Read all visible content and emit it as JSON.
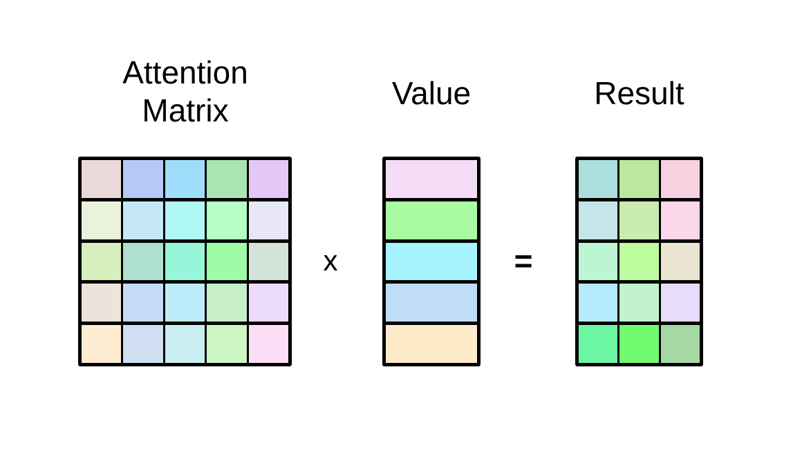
{
  "labels": {
    "attention_title": "Attention\nMatrix",
    "value_title": "Value",
    "result_title": "Result",
    "multiply_operator": "x",
    "equals_operator": "="
  },
  "colors": {
    "background": "#ffffff",
    "text": "#000000",
    "grid_border": "#000000"
  },
  "attention_matrix": {
    "rows": 5,
    "cols": 5,
    "cells": [
      [
        "#ebd8da",
        "#b5c9f9",
        "#9fdefb",
        "#a9e5b1",
        "#e3c8f6"
      ],
      [
        "#e9f2da",
        "#c4e8f8",
        "#b0f8f6",
        "#b5fdc5",
        "#e7e7f8"
      ],
      [
        "#d7efbc",
        "#afe0cd",
        "#97f5d9",
        "#9efba6",
        "#d3e3da"
      ],
      [
        "#ede3da",
        "#c5daf9",
        "#bdedfd",
        "#c6eec9",
        "#eedcfb"
      ],
      [
        "#fdebd2",
        "#cfdff1",
        "#c9eef2",
        "#cdf6c3",
        "#fcdef6"
      ]
    ]
  },
  "value_vector": {
    "rows": 5,
    "cols": 1,
    "cells": [
      [
        "#f5ddf8"
      ],
      [
        "#a9fba1"
      ],
      [
        "#a5f4fd"
      ],
      [
        "#c0ddf8"
      ],
      [
        "#fceac9"
      ]
    ]
  },
  "result_matrix": {
    "rows": 5,
    "cols": 3,
    "cells": [
      [
        "#abdfdd",
        "#bae89c",
        "#f8d1e0"
      ],
      [
        "#c5e6e9",
        "#c9ecb3",
        "#fbd7ea"
      ],
      [
        "#bcf5d2",
        "#bdfc9e",
        "#ebe4d0"
      ],
      [
        "#b5eafd",
        "#c2f2ce",
        "#e8dcfb"
      ],
      [
        "#6df7a4",
        "#70fb70",
        "#a5d8a2"
      ]
    ]
  }
}
